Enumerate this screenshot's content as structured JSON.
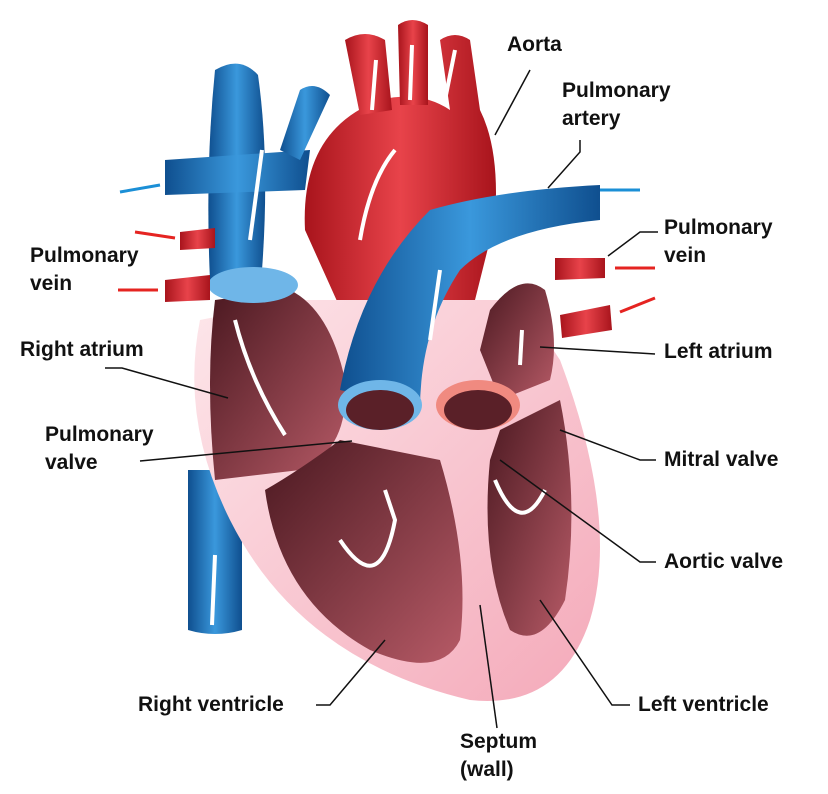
{
  "labels": {
    "aorta": "Aorta",
    "pulmonary_artery": [
      "Pulmonary",
      "artery"
    ],
    "pulmonary_vein_right": [
      "Pulmonary",
      "vein"
    ],
    "pulmonary_vein_left": [
      "Pulmonary",
      "vein"
    ],
    "right_atrium": "Right atrium",
    "left_atrium": "Left atrium",
    "pulmonary_valve": [
      "Pulmonary",
      "valve"
    ],
    "mitral_valve": "Mitral valve",
    "aortic_valve": "Aortic valve",
    "right_ventricle": "Right ventricle",
    "left_ventricle": "Left ventricle",
    "septum": [
      "Septum",
      "(wall)"
    ]
  },
  "colors": {
    "oxygenated": "#d8333a",
    "deoxygenated": "#1f6fb5",
    "chamber": "#8e3c48",
    "wall": "#f7c6cf",
    "arrow_red": "#e52421",
    "arrow_blue": "#1b8fd6"
  }
}
